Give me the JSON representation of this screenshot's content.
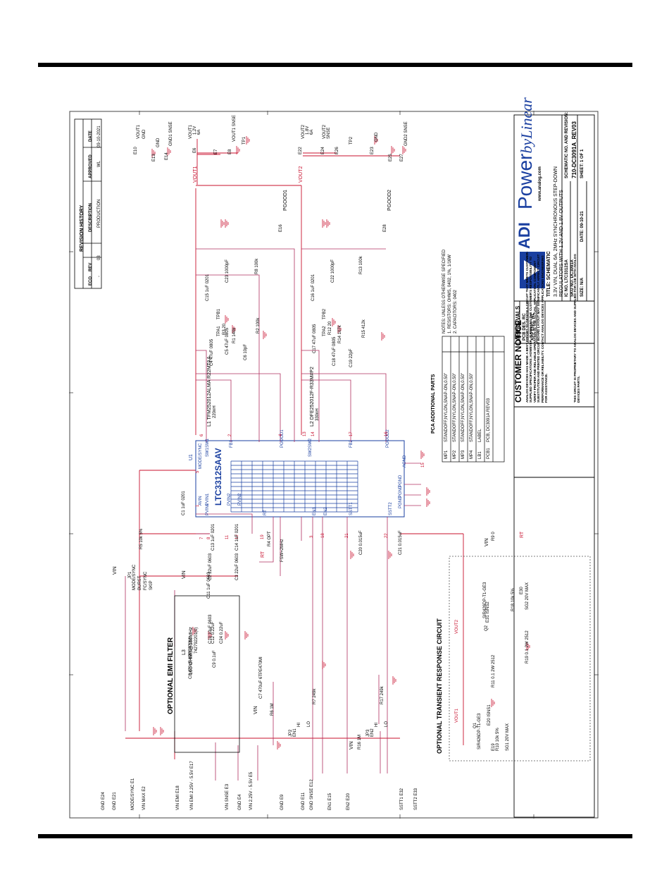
{
  "revision_history": {
    "heading": "REVISION HISTORY",
    "columns": [
      "ECO",
      "REV",
      "DESCRIPTION",
      "APPROVED",
      "DATE"
    ],
    "row": {
      "eco": "-",
      "rev": "03",
      "description": "PRODUCTION",
      "approved": "WL",
      "date": "09-10-2021"
    }
  },
  "ic": {
    "ref": "U1",
    "part": "LTC3312SAAV"
  },
  "ic_pins": {
    "left": [
      "MODE/SYNC",
      "AVIN"
    ],
    "top": [
      "SW1",
      "SW1",
      "FB1",
      "PGOOD1",
      "SW2",
      "SW2",
      "FB2",
      "PGOOD2"
    ],
    "bottom": [
      "PVIN1",
      "PVIN1",
      "PVIN2",
      "PVIN2",
      "RT",
      "EN1",
      "EN2",
      "SSTT1",
      "SSTT2"
    ],
    "right": [
      "AGND",
      "PGND",
      "PGND",
      "PGND"
    ]
  },
  "pin_numbers": [
    "7",
    "8",
    "11",
    "12",
    "19",
    "3",
    "18",
    "21",
    "22",
    "15",
    "6",
    "2",
    "4",
    "13",
    "14",
    "17",
    "16",
    "5",
    "1"
  ],
  "inductors": [
    {
      "ref": "L1",
      "part": "TFM252012ALMA R22MTAA",
      "value": "220nH"
    },
    {
      "ref": "L2",
      "part": "DFE252012F-R33M#P2",
      "value": "330nH"
    },
    {
      "ref": "L3",
      "part": "742792201(0)",
      "value": "100 OHMS@100MHz"
    }
  ],
  "outputs": {
    "vout1": {
      "net": "VOUT1",
      "rating": "1.2V 6A",
      "connectors": [
        "E10",
        "E13",
        "E14",
        "E6",
        "E7",
        "E8",
        "TP1"
      ],
      "labels": [
        "VOUT1",
        "GND",
        "GND",
        "GND1 SNSE",
        "VOUT1",
        "1.2V",
        "6A",
        "VOUT1 SNSE",
        "TP1"
      ]
    },
    "vout2": {
      "net": "VOUT2",
      "rating": "1.8V 6A",
      "connectors": [
        "E22",
        "E24",
        "E26",
        "TP2",
        "E23",
        "E25",
        "E27"
      ],
      "labels": [
        "VOUT2",
        "1.8V",
        "6A",
        "VOUT2",
        "SNSE",
        "TP2",
        "GND",
        "GND2 SNSE"
      ]
    }
  },
  "pgood": [
    "PGOOD1",
    "E16",
    "PGOOD2",
    "E28"
  ],
  "components": [
    {
      "ref": "C23",
      "value": "1000pF"
    },
    {
      "ref": "R8",
      "value": "100k"
    },
    {
      "ref": "C15",
      "value": "1uF 0201"
    },
    {
      "ref": "TPB1",
      "value": ""
    },
    {
      "ref": "TPA1",
      "value": ""
    },
    {
      "ref": "R3",
      "value": "20"
    },
    {
      "ref": "R1",
      "value": "140k"
    },
    {
      "ref": "R2",
      "value": "100k"
    },
    {
      "ref": "C5",
      "value": "47uF 0805"
    },
    {
      "ref": "C6",
      "value": "10pF"
    },
    {
      "ref": "C4",
      "value": "47uF 0805"
    },
    {
      "ref": "C22",
      "value": "1000pF"
    },
    {
      "ref": "R13",
      "value": "100k"
    },
    {
      "ref": "C16",
      "value": "1uF 0201"
    },
    {
      "ref": "TPB2",
      "value": ""
    },
    {
      "ref": "TPA2",
      "value": ""
    },
    {
      "ref": "R12",
      "value": "20"
    },
    {
      "ref": "R14",
      "value": "107k"
    },
    {
      "ref": "R15",
      "value": "412k"
    },
    {
      "ref": "C17",
      "value": "47uF 0805"
    },
    {
      "ref": "C18",
      "value": "47uF 0805"
    },
    {
      "ref": "C19",
      "value": "22pF"
    },
    {
      "ref": "C1",
      "value": "1uF 0201"
    },
    {
      "ref": "R5",
      "value": "10k 5%"
    },
    {
      "ref": "C13",
      "value": "1uF 0201"
    },
    {
      "ref": "C2",
      "value": "22uF 0603"
    },
    {
      "ref": "C14",
      "value": "1uF 0201"
    },
    {
      "ref": "C3",
      "value": "22uF 0603"
    },
    {
      "ref": "R4",
      "value": "OPT"
    },
    {
      "ref": "C20",
      "value": "0.015uF"
    },
    {
      "ref": "C21",
      "value": "0.015uF"
    },
    {
      "ref": "R9",
      "value": "0"
    },
    {
      "ref": "C11",
      "value": "1uF 0603"
    },
    {
      "ref": "C12",
      "value": "0.22uF"
    },
    {
      "ref": "C24",
      "value": "0.22uF"
    },
    {
      "ref": "C10",
      "value": "10uF 0603"
    },
    {
      "ref": "C9",
      "value": "0.1uF"
    },
    {
      "ref": "C8",
      "value": "470uF 6TPE470MI"
    },
    {
      "ref": "C7",
      "value": "470uF 6TPE470MI"
    },
    {
      "ref": "R6",
      "value": "1M"
    },
    {
      "ref": "R7",
      "value": "249k"
    },
    {
      "ref": "R16",
      "value": "1M"
    },
    {
      "ref": "R17",
      "value": "249k"
    }
  ],
  "labels": {
    "vin": "VIN",
    "rt": "RT",
    "fsw": "FSW=2MHz",
    "jp1": "JP1",
    "mode_opts": [
      "MODE/SYNC",
      "BURST",
      "FC/SYNC",
      "SKIP"
    ],
    "jp2": "JP2",
    "jp3": "JP3",
    "en1": "EN1",
    "en2": "EN2",
    "hi": "HI",
    "lo": "LO",
    "emi_title": "OPTIONAL EMI FILTER",
    "transient_title": "OPTIONAL TRANSIENT RESPONSE CIRCUIT"
  },
  "bottom_connectors": [
    {
      "ref": "E24",
      "label": "GND"
    },
    {
      "ref": "E21",
      "label": "GND"
    },
    {
      "ref": "E1",
      "label": "MODE/SYNC"
    },
    {
      "ref": "E2",
      "label": "VIN MAX"
    },
    {
      "ref": "E18",
      "label": "VIN EMI"
    },
    {
      "ref": "E17",
      "label": "VIN EMI 2.25V - 5.5V"
    },
    {
      "ref": "E3",
      "label": "VIN SNSE"
    },
    {
      "ref": "E4",
      "label": "GND"
    },
    {
      "ref": "E5",
      "label": "VIN 2.25V - 5.5V"
    },
    {
      "ref": "E9",
      "label": "GND"
    },
    {
      "ref": "E11",
      "label": "GND"
    },
    {
      "ref": "E12",
      "label": "GND SNSE"
    },
    {
      "ref": "E15",
      "label": "EN1"
    },
    {
      "ref": "E20",
      "label": "EN2"
    },
    {
      "ref": "E32",
      "label": "SSTT1"
    },
    {
      "ref": "E33",
      "label": "SSTT2"
    }
  ],
  "transient": {
    "q1": "Q1",
    "q1_part": "SIR426DP-T1-GE3",
    "q2": "Q2",
    "q2_part": "SIR426DP-T1-GE3",
    "sg1": "SG1 20V MAX",
    "sg2": "SG2 20V MAX",
    "e19": "E19",
    "e20": "E20 ISNS1",
    "e30": "E30",
    "e31": "E31 ISNS2",
    "r10": "R10 10k 5%",
    "r18": "R18 10k 5%",
    "r11": "R11 0.1 2W 2512",
    "r19": "R19 0.1 2W 2512",
    "vout1": "VOUT1",
    "vout2": "VOUT2"
  },
  "notes": [
    "NOTES: UNLESS OTHERWISE SPECIFIED",
    "1. RESISTORS: OHMS, 0402, 1%, 1/16W",
    "2. CAPACITORS: 0402"
  ],
  "additional_parts": {
    "heading": "PCA ADDITIONAL PARTS",
    "rows": [
      [
        "MP1",
        "STANDOFF,NYLON,SNAP-ON,0.50\""
      ],
      [
        "MP2",
        "STANDOFF,NYLON,SNAP-ON,0.50\""
      ],
      [
        "MP3",
        "STANDOFF,NYLON,SNAP-ON,0.50\""
      ],
      [
        "MP4",
        "STANDOFF,NYLON,SNAP-ON,0.50\""
      ],
      [
        "LB1",
        "LABEL"
      ],
      [
        "PCB1",
        "PCB, DC3091A    REV03"
      ]
    ]
  },
  "title_block": {
    "brand_adi": "ADI",
    "brand_power": "Power",
    "brand_by": "by",
    "brand_linear": "Linear",
    "website": "www.analog.com",
    "customer_notice_heading": "CUSTOMER NOTICE",
    "customer_notice": "ANALOG DEVICES HAS MADE A BEST EFFORT TO DESIGN A CIRCUIT THAT MEETS CUSTOMER-SUPPLIED SPECIFICATIONS; HOWEVER, IT REMAINS THE CUSTOMER'S RESPONSIBILITY TO VERIFY PROPER AND RELIABLE OPERATION IN THE ACTUAL APPLICATION. COMPONENT SUBSTITUTION AND PRINTED CIRCUIT BOARD LAYOUT MAY SIGNIFICANTLY AFFECT CIRCUIT PERFORMANCE OR RELIABILITY. CONTACT ANALOG DEVICES APPLICATIONS ENGINEERING FOR ASSISTANCE.",
    "proprietary": "THIS CIRCUIT IS PROPRIETARY TO ANALOG DEVICES AND SUPPLIED FOR USE WITH ANALOG DEVICES PARTS.",
    "approvals_heading": "APPROVALS",
    "pcb_des": "PCB DES.",
    "pcb_des_val": "RC",
    "app_eng": "APP ENG.",
    "app_eng_val": "WL",
    "title_label": "TITLE: SCHEMATIC",
    "title_line1": "3.3V VIN, DUAL 6A, 2MHz SYNCHRONOUS STEP-DOWN",
    "title_line2": "REGULATORS WITH 1.2V AND 1.8V OUTPUTS",
    "ic_no": "IC NO.   LTC3312SA",
    "sku_no": "SKU NO.  DC3091A",
    "schematic_no_label": "SCHEMATIC NO. AND REVISION:",
    "schematic_no": "710-DC3091A_REV03",
    "size": "SIZE:  N/A",
    "date": "DATE: 09-10-21",
    "sheet": "SHEET:  1  OF  1"
  }
}
